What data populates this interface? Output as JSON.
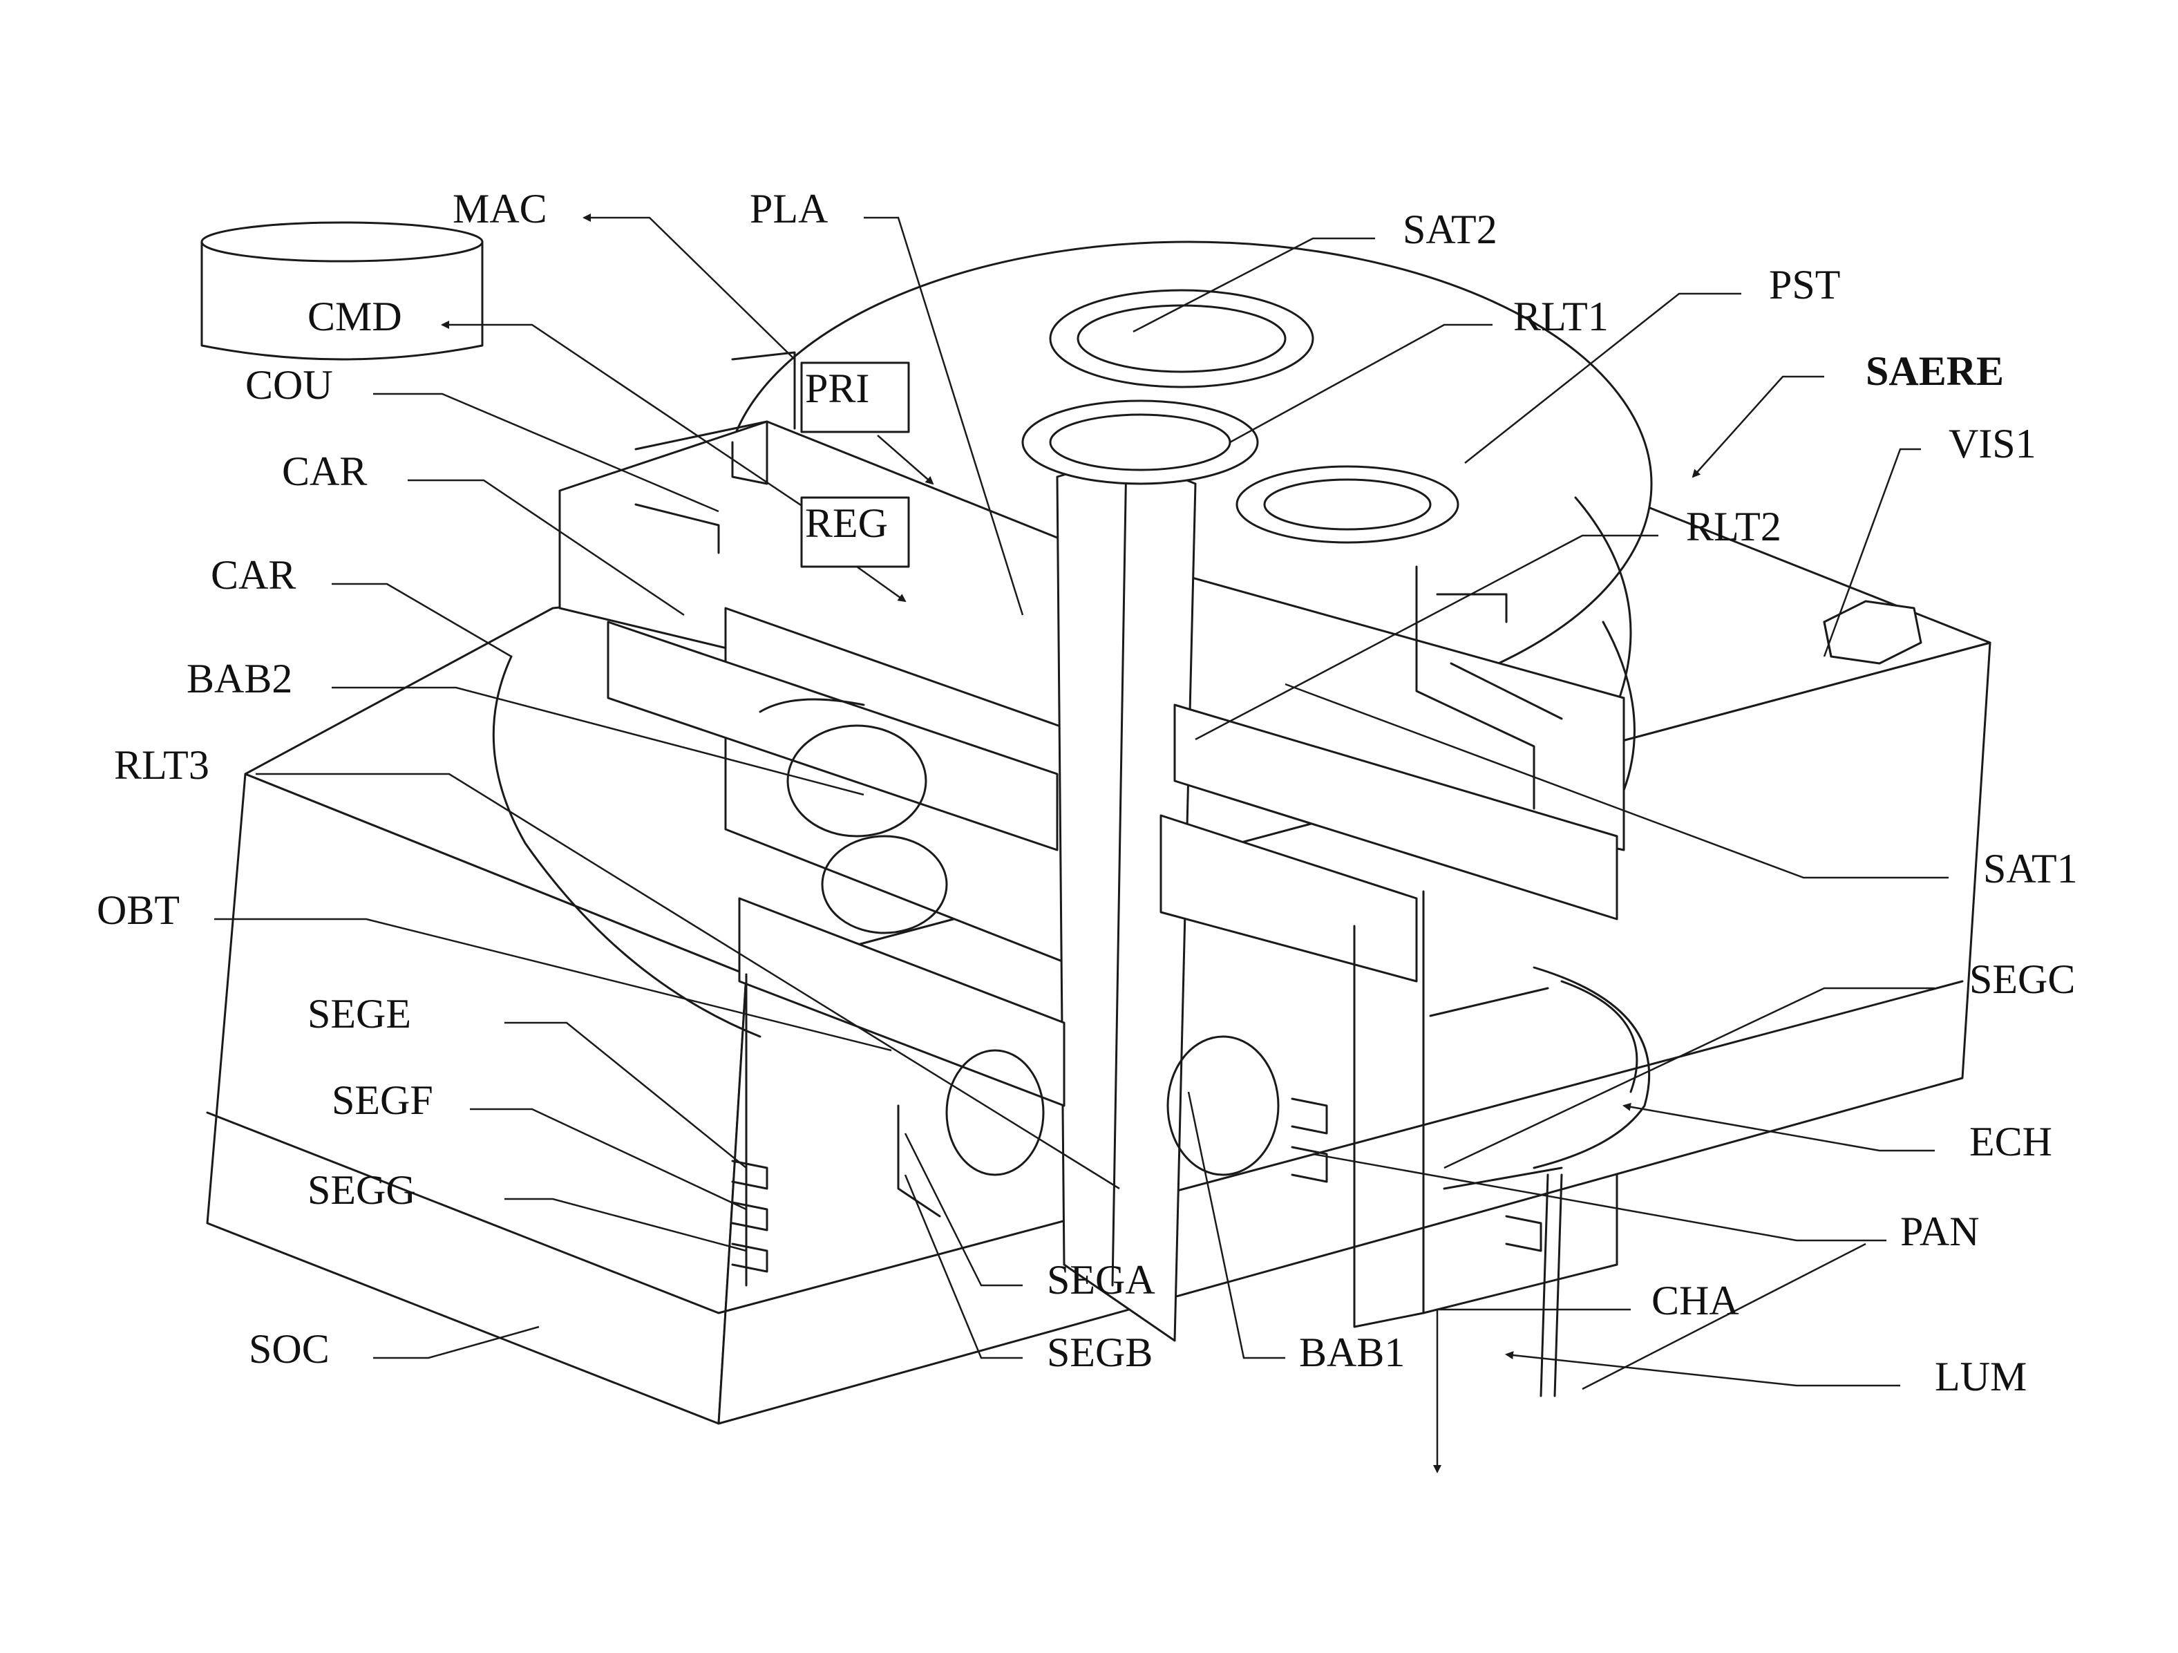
{
  "labels": {
    "mac": "MAC",
    "pla": "PLA",
    "sat2": "SAT2",
    "cmd": "CMD",
    "rlt1": "RLT1",
    "pst": "PST",
    "cou": "COU",
    "saere": "SAERE",
    "pri": "PRI",
    "vis1": "VIS1",
    "car_upper": "CAR",
    "reg": "REG",
    "rlt2": "RLT2",
    "car_lower": "CAR",
    "bab2": "BAB2",
    "rlt3": "RLT3",
    "sat1": "SAT1",
    "obt": "OBT",
    "segc": "SEGC",
    "sege": "SEGE",
    "segf": "SEGF",
    "ech": "ECH",
    "segg": "SEGG",
    "pan": "PAN",
    "sega": "SEGA",
    "cha": "CHA",
    "soc": "SOC",
    "segb": "SEGB",
    "bab1": "BAB1",
    "lum": "LUM"
  }
}
